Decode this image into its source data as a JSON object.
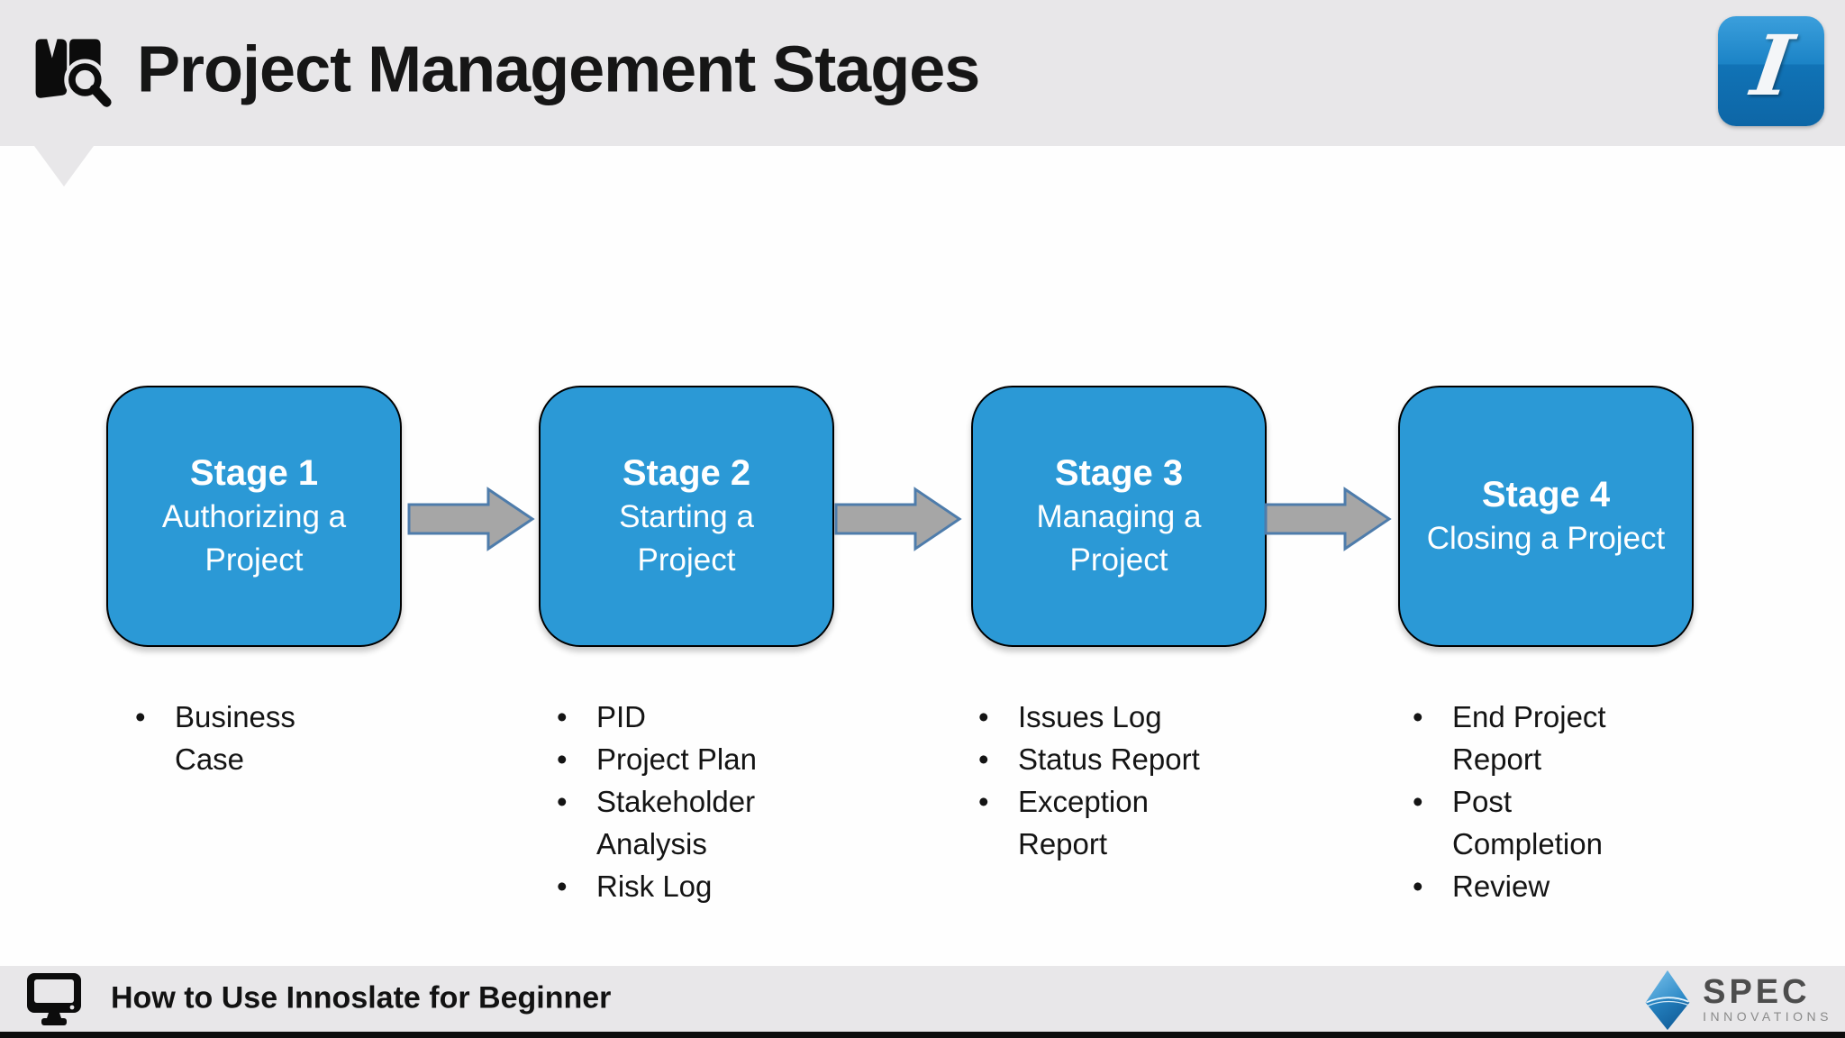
{
  "header": {
    "title": "Project Management Stages"
  },
  "innoslate_logo": {
    "glyph": "I"
  },
  "stages": [
    {
      "title": "Stage 1",
      "subtitle": "Authorizing a Project",
      "bullets": [
        "Business Case"
      ]
    },
    {
      "title": "Stage 2",
      "subtitle": "Starting a Project",
      "bullets": [
        "PID",
        "Project Plan",
        "Stakeholder Analysis",
        "Risk Log"
      ]
    },
    {
      "title": "Stage 3",
      "subtitle": "Managing a Project",
      "bullets": [
        "Issues Log",
        "Status Report",
        "Exception Report"
      ]
    },
    {
      "title": "Stage 4",
      "subtitle": "Closing a Project",
      "bullets": [
        "End Project Report",
        "Post Completion",
        "Review"
      ]
    }
  ],
  "footer": {
    "caption": "How to Use Innoslate for Beginner",
    "brand_name": "SPEC",
    "brand_subtitle": "INNOVATIONS"
  },
  "colors": {
    "stage_box_fill": "#2b99d6",
    "stage_box_border": "#000000",
    "arrow_fill": "#a6a6a6",
    "arrow_border": "#4e7cab",
    "bar_background": "#e8e7e9",
    "title_color": "#161616",
    "bullet_color": "#141414"
  }
}
